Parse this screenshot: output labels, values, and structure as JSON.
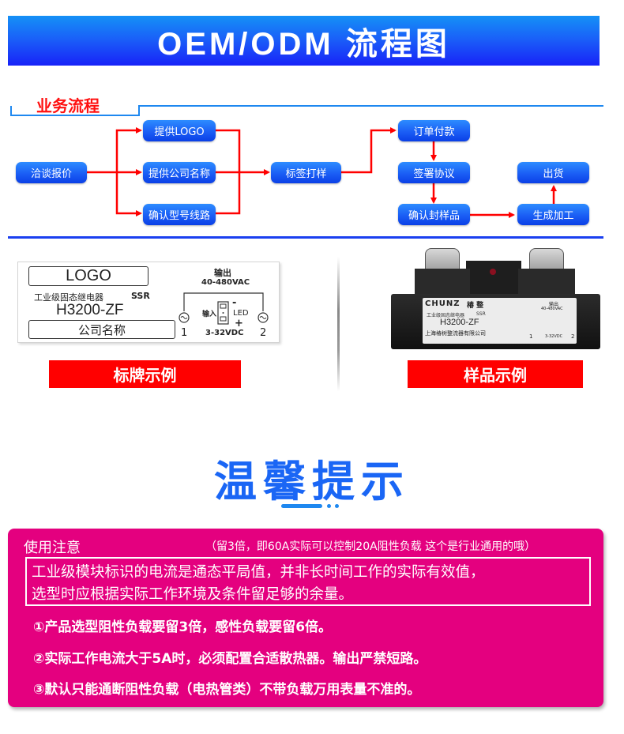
{
  "banner": {
    "title": "OEM/ODM 流程图"
  },
  "process": {
    "section_title": "业务流程",
    "steps": {
      "quote": "洽谈报价",
      "provide_logo": "提供LOGO",
      "provide_company": "提供公司名称",
      "confirm_model": "确认型号线路",
      "label_sample": "标签打样",
      "order_payment": "订单付款",
      "sign_agreement": "签署协议",
      "confirm_sample": "确认封样品",
      "production": "生成加工",
      "shipping": "出货"
    },
    "colors": {
      "box": "#1b5ef5",
      "arrow": "#ff0000",
      "line": "#1e88f0"
    }
  },
  "nameplate": {
    "logo": "LOGO",
    "product_type": "工业级固态继电器",
    "ssr": "SSR",
    "model": "H3200-ZF",
    "company": "公司名称",
    "output_label": "输出",
    "output_voltage": "40-480VAC",
    "input_label": "输入",
    "led": "LED",
    "minus": "-",
    "plus": "+",
    "input_voltage": "3-32VDC",
    "terminal_1": "1",
    "terminal_2": "2",
    "caption": "标牌示例"
  },
  "sample": {
    "brand": "CHUNZ",
    "brand_cn": "椿 整",
    "product_type": "工业级固态继电器",
    "ssr": "SSR",
    "model": "H3200-ZF",
    "maker": "上海椿树整流器有限公司",
    "output_label": "输出",
    "output_voltage": "40-480VAC",
    "input_voltage": "3-32VDC",
    "terminal_1": "1",
    "terminal_2": "2",
    "caption": "样品示例"
  },
  "tips": {
    "title": "温馨提示",
    "notice_label": "使用注意",
    "notice_note": "（留3倍，即60A实际可以控制20A阻性负载 这个是行业通用的哦）",
    "warning_line1": "工业级模块标识的电流是通态平局值，并非长时间工作的实际有效值，",
    "warning_line2": "选型时应根据实际工作环境及条件留足够的余量。",
    "items": [
      "①产品选型阻性负载要留3倍，感性负载要留6倍。",
      "②实际工作电流大于5A时，必须配置合适散热器。输出严禁短路。",
      "③默认只能通断阻性负载（电热管类）不带负载万用表量不准的。"
    ],
    "colors": {
      "box": "#e4007f",
      "title": "#1a66f5"
    }
  }
}
